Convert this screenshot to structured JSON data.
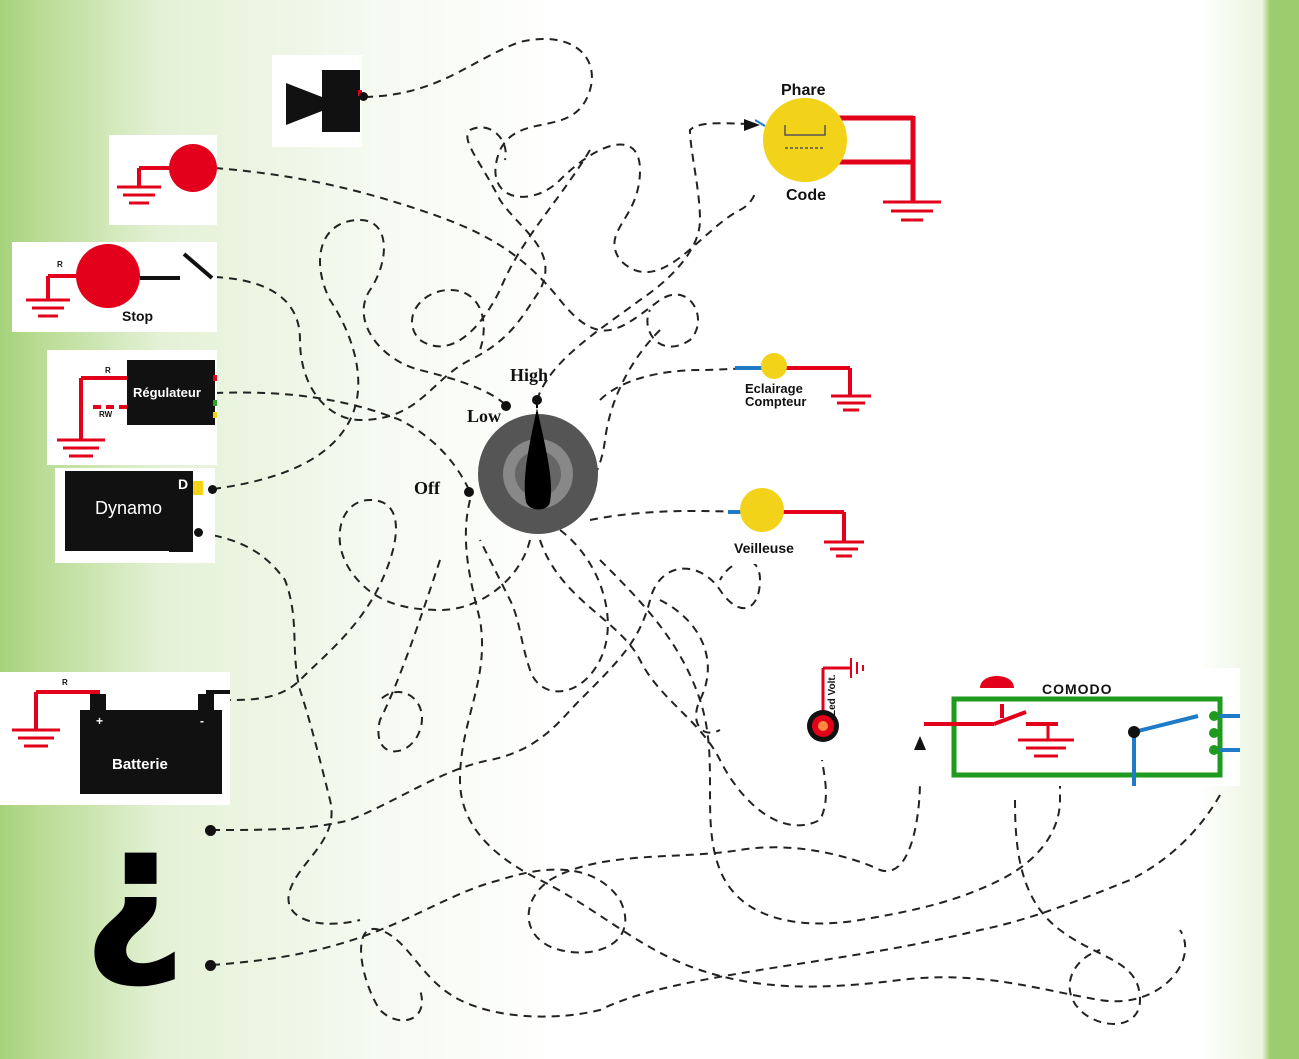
{
  "components": {
    "horn": {},
    "stop_switch": {
      "label": "Stop",
      "pole": "R"
    },
    "regulator": {
      "label": "Régulateur",
      "pole_r": "R",
      "pole_rw": "RW"
    },
    "dynamo": {
      "label": "Dynamo",
      "terminal": "D"
    },
    "battery": {
      "label": "Batterie",
      "pole": "R",
      "plus": "+",
      "minus": "-"
    },
    "mystery": {
      "symbol": "¿"
    },
    "headlight": {
      "top_label": "Phare",
      "bottom_label": "Code"
    },
    "dash_light": {
      "label_line1": "Eclairage",
      "label_line2": "Compteur"
    },
    "pilot_light": {
      "label": "Veilleuse"
    },
    "led": {
      "label": "Led Volt."
    },
    "comodo": {
      "label": "COMODO"
    }
  },
  "switch": {
    "high": "High",
    "low": "Low",
    "off": "Off"
  },
  "colors": {
    "wire_red": "#e2001a",
    "wire_blue": "#1f7ac8",
    "comodo_green": "#1e9a1e",
    "lamp_yellow": "#f3d21a",
    "dashed_path": "#222222"
  }
}
